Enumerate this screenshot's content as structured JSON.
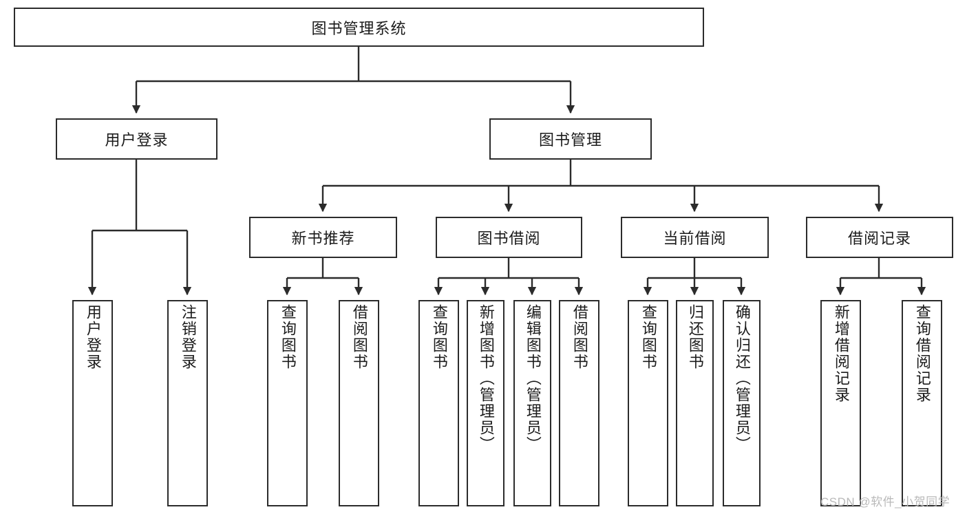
{
  "diagram": {
    "type": "hierarchy-tree",
    "title": "图书管理系统",
    "root": {
      "id": "root",
      "label": "图书管理系统",
      "orientation": "horizontal"
    },
    "level2": [
      {
        "id": "user-login",
        "label": "用户登录",
        "orientation": "horizontal"
      },
      {
        "id": "book-manage",
        "label": "图书管理",
        "orientation": "horizontal"
      }
    ],
    "level3": [
      {
        "id": "new-book-recommend",
        "label": "新书推荐",
        "orientation": "horizontal",
        "parent": "book-manage"
      },
      {
        "id": "book-borrow",
        "label": "图书借阅",
        "orientation": "horizontal",
        "parent": "book-manage"
      },
      {
        "id": "current-borrow",
        "label": "当前借阅",
        "orientation": "horizontal",
        "parent": "book-manage"
      },
      {
        "id": "borrow-record",
        "label": "借阅记录",
        "orientation": "horizontal",
        "parent": "book-manage"
      }
    ],
    "leaves": [
      {
        "id": "leaf-user-login",
        "label": "用户登录",
        "parent": "user-login",
        "orientation": "vertical"
      },
      {
        "id": "leaf-user-logout",
        "label": "注销登录",
        "parent": "user-login",
        "orientation": "vertical"
      },
      {
        "id": "leaf-query-book-1",
        "label": "查询图书",
        "parent": "new-book-recommend",
        "orientation": "vertical"
      },
      {
        "id": "leaf-borrow-book-1",
        "label": "借阅图书",
        "parent": "new-book-recommend",
        "orientation": "vertical"
      },
      {
        "id": "leaf-query-book-2",
        "label": "查询图书",
        "parent": "book-borrow",
        "orientation": "vertical"
      },
      {
        "id": "leaf-add-book",
        "label": "新增图书（管理员）",
        "parent": "book-borrow",
        "orientation": "vertical"
      },
      {
        "id": "leaf-edit-book",
        "label": "编辑图书（管理员）",
        "parent": "book-borrow",
        "orientation": "vertical"
      },
      {
        "id": "leaf-borrow-book-2",
        "label": "借阅图书",
        "parent": "book-borrow",
        "orientation": "vertical"
      },
      {
        "id": "leaf-query-book-3",
        "label": "查询图书",
        "parent": "current-borrow",
        "orientation": "vertical"
      },
      {
        "id": "leaf-return-book",
        "label": "归还图书",
        "parent": "current-borrow",
        "orientation": "vertical"
      },
      {
        "id": "leaf-confirm-return",
        "label": "确认归还（管理员）",
        "parent": "current-borrow",
        "orientation": "vertical"
      },
      {
        "id": "leaf-add-record",
        "label": "新增借阅记录",
        "parent": "borrow-record",
        "orientation": "vertical"
      },
      {
        "id": "leaf-query-record",
        "label": "查询借阅记录",
        "parent": "borrow-record",
        "orientation": "vertical"
      }
    ],
    "watermark": "CSDN @软件_小贺同学",
    "colors": {
      "stroke": "#2b2b2b",
      "fill": "#ffffff",
      "text": "#1b1b1b",
      "watermark": "#b9b9b9"
    }
  }
}
